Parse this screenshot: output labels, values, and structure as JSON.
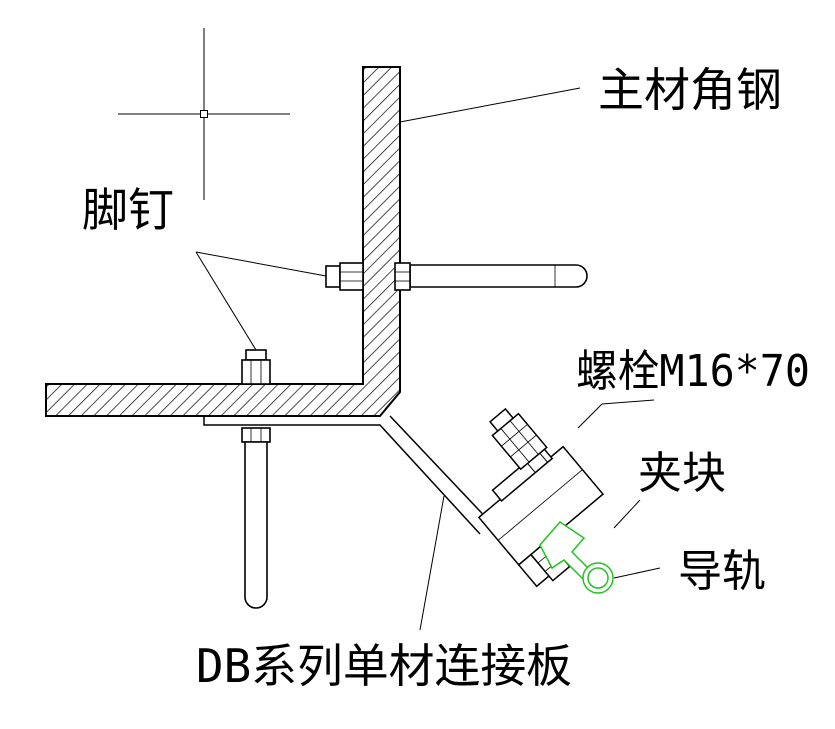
{
  "labels": {
    "main_angle": "主材角钢",
    "foot_nail": "脚钉",
    "bolt": "螺栓M16*70",
    "clamp": "夹块",
    "guide_rail": "导轨",
    "connector_plate": "DB系列单材连接板"
  },
  "colors": {
    "line": "#000000",
    "rail": "#22c322",
    "background": "#ffffff"
  }
}
